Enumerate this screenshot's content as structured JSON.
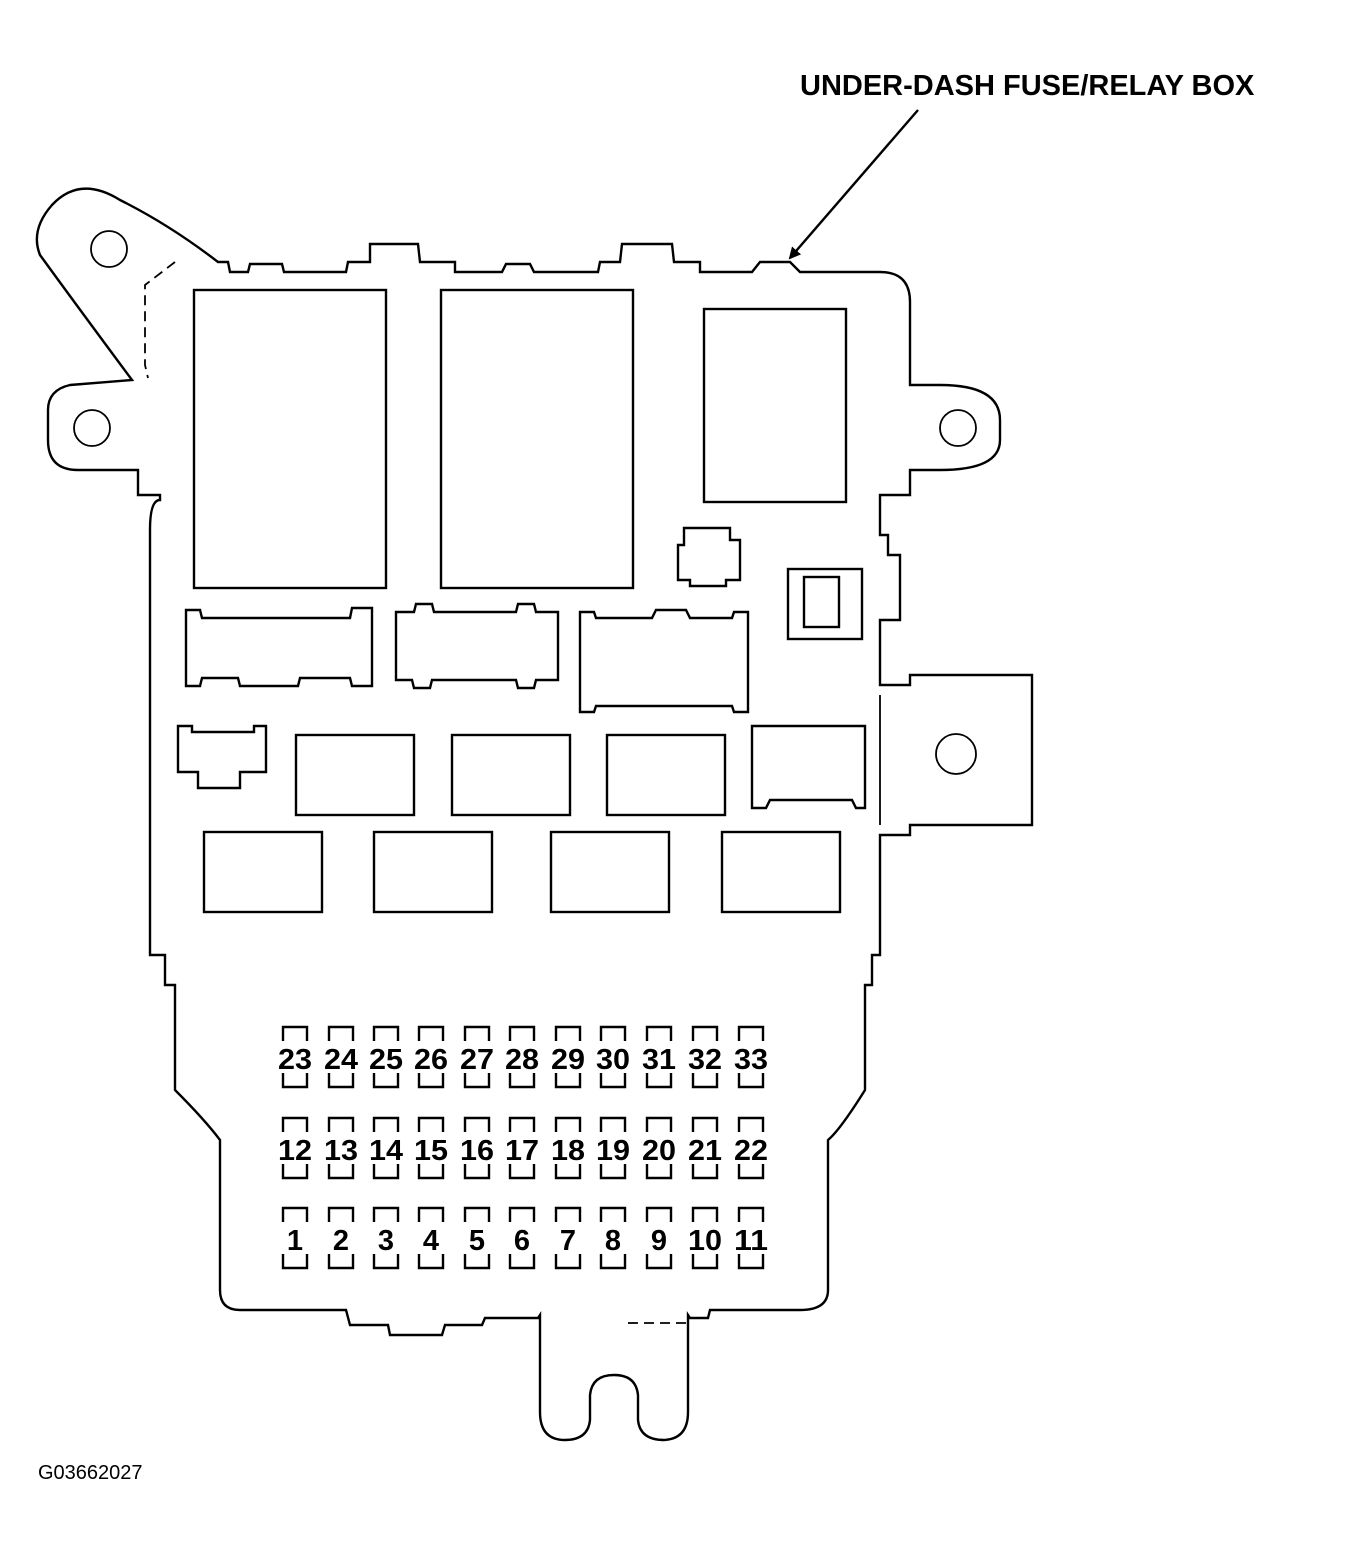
{
  "callout_label": "UNDER-DASH FUSE/RELAY BOX",
  "figure_id": "G03662027",
  "fuse_rows": [
    [
      "23",
      "24",
      "25",
      "26",
      "27",
      "28",
      "29",
      "30",
      "31",
      "32",
      "33"
    ],
    [
      "12",
      "13",
      "14",
      "15",
      "16",
      "17",
      "18",
      "19",
      "20",
      "21",
      "22"
    ],
    [
      "1",
      "2",
      "3",
      "4",
      "5",
      "6",
      "7",
      "8",
      "9",
      "10",
      "11"
    ]
  ]
}
